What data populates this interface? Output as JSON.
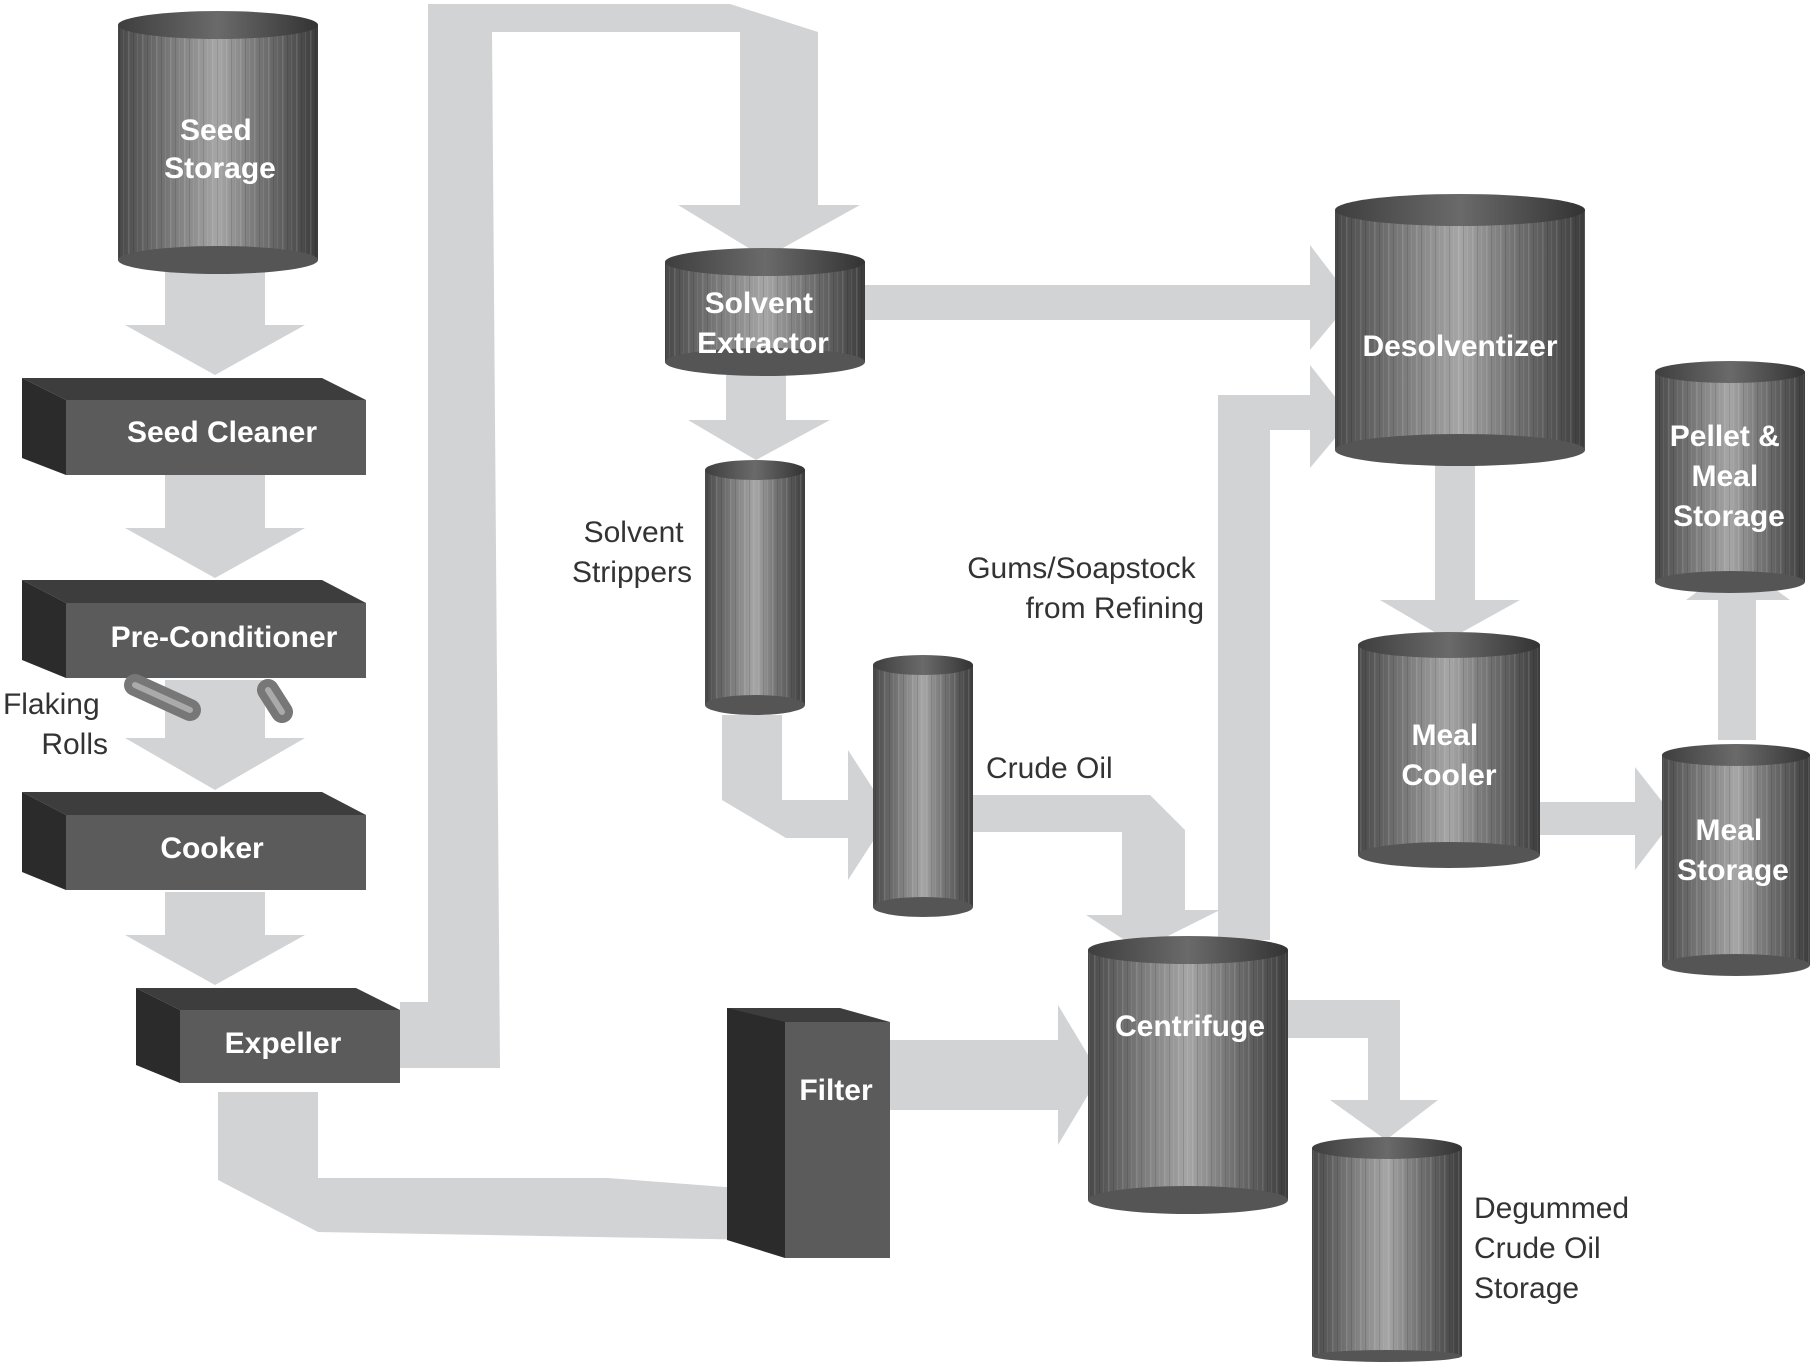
{
  "colors": {
    "flow_arrow": "#d2d3d5",
    "box_front": "#5b5b5b",
    "box_top": "#3d3d3d",
    "box_side": "#2b2b2b",
    "tank_dark": "#4a4a4a",
    "tank_light": "#9a9a9a",
    "label_inside": "#ffffff",
    "label_outside": "#333333"
  },
  "units": {
    "seed_storage": [
      "Seed",
      "Storage"
    ],
    "seed_cleaner": [
      "Seed Cleaner"
    ],
    "pre_conditioner": [
      "Pre-Conditioner"
    ],
    "cooker": [
      "Cooker"
    ],
    "expeller": [
      "Expeller"
    ],
    "solvent_extractor": [
      "Solvent",
      "Extractor"
    ],
    "desolventizer": [
      "Desolventizer"
    ],
    "meal_cooler": [
      "Meal",
      "Cooler"
    ],
    "meal_storage": [
      "Meal",
      "Storage"
    ],
    "pellet_meal_storage": [
      "Pellet &",
      "Meal",
      "Storage"
    ],
    "filter": [
      "Filter"
    ],
    "centrifuge": [
      "Centrifuge"
    ]
  },
  "labels": {
    "flaking_rolls": [
      "Flaking",
      "Rolls"
    ],
    "solvent_strippers": [
      "Solvent",
      "Strippers"
    ],
    "gums_soapstock": [
      "Gums/Soapstock",
      "from Refining"
    ],
    "crude_oil": [
      "Crude Oil"
    ],
    "degummed_storage": [
      "Degummed",
      "Crude Oil",
      "Storage"
    ]
  }
}
